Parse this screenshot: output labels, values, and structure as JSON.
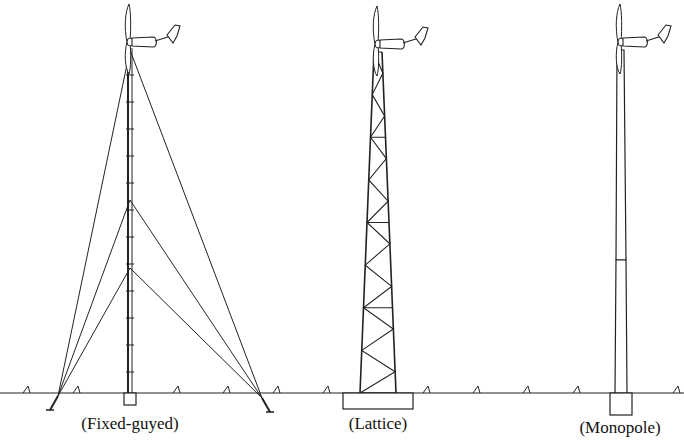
{
  "diagram": {
    "labels": [
      "(Fixed-guyed)",
      "(Lattice)",
      "(Monopole)"
    ]
  }
}
